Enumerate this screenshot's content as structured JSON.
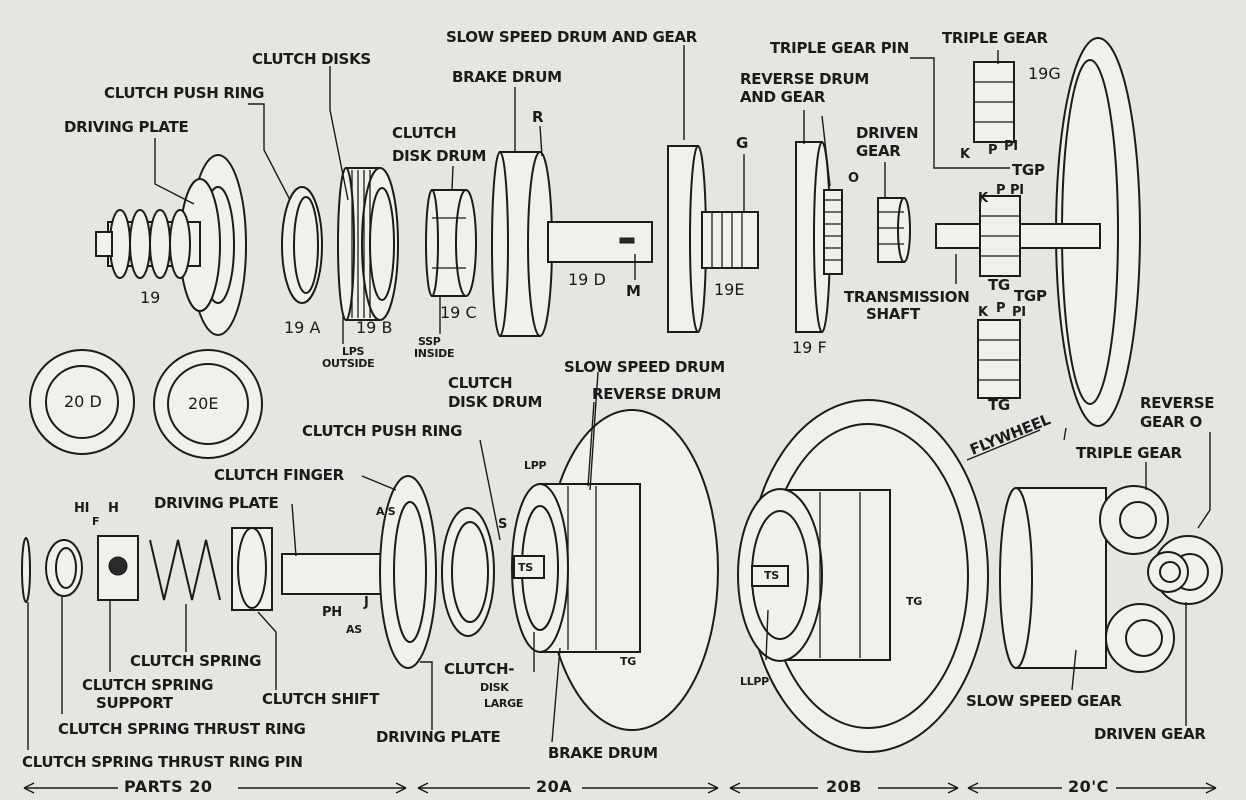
{
  "top_labels": {
    "slow_speed_drum_and_gear": "SLOW SPEED DRUM AND GEAR",
    "clutch_disks": "CLUTCH DISKS",
    "clutch_push_ring": "CLUTCH PUSH RING",
    "driving_plate": "DRIVING PLATE",
    "brake_drum": "BRAKE DRUM",
    "r": "R",
    "clutch_disk_drum_1": "CLUTCH",
    "clutch_disk_drum_2": "DISK DRUM",
    "g": "G",
    "triple_gear_pin": "TRIPLE GEAR PIN",
    "triple_gear": "TRIPLE GEAR",
    "reverse_drum_1": "REVERSE DRUM",
    "reverse_drum_2": "AND GEAR",
    "driven_gear_1": "DRIVEN",
    "driven_gear_2": "GEAR",
    "o": "O",
    "k1": "K",
    "p1": "P",
    "pi1": "PI",
    "tgp1": "TGP",
    "k2": "K",
    "p2": "P",
    "pi2": "PI",
    "tg1": "TG",
    "tgp2": "TGP",
    "k3": "K",
    "p3": "P",
    "pi3": "PI",
    "tg2": "TG",
    "transmission_shaft_1": "TRANSMISSION",
    "transmission_shaft_2": "SHAFT",
    "m": "M",
    "lps_outside_1": "LPS",
    "lps_outside_2": "OUTSIDE",
    "ssp_inside_1": "SSP",
    "ssp_inside_2": "INSIDE"
  },
  "part_numbers": {
    "n19": "19",
    "n19a": "19 A",
    "n19b": "19 B",
    "n19c": "19 C",
    "n19d": "19 D",
    "n19e": "19E",
    "n19f": "19 F",
    "n19g": "19G",
    "n20d": "20 D",
    "n20e": "20E"
  },
  "bottom_labels": {
    "clutch_disk_drum_1": "CLUTCH",
    "clutch_disk_drum_2": "DISK DRUM",
    "slow_speed_drum": "SLOW SPEED DRUM",
    "reverse_drum": "REVERSE DRUM",
    "clutch_push_ring": "CLUTCH PUSH RING",
    "clutch_finger": "CLUTCH FINGER",
    "driving_plate": "DRIVING PLATE",
    "as1": "A S",
    "hi": "HI",
    "h": "H",
    "f": "F",
    "lpp": "LPP",
    "s": "S",
    "ts1": "TS",
    "ts2": "TS",
    "ph": "PH",
    "j": "J",
    "as2": "AS",
    "tg1": "TG",
    "tg2": "TG",
    "llpp": "LLPP",
    "flywheel": "FLYWHEEL",
    "reverse_gear_1": "REVERSE",
    "reverse_gear_2": "GEAR O",
    "triple_gear": "TRIPLE GEAR",
    "clutch_spring": "CLUTCH SPRING",
    "clutch_spring_support_1": "CLUTCH SPRING",
    "clutch_spring_support_2": "SUPPORT",
    "clutch_shift": "CLUTCH SHIFT",
    "clutch_spring_thrust_ring": "CLUTCH SPRING THRUST RING",
    "driving_plate_2": "DRIVING PLATE",
    "clutch_disk_large_1": "CLUTCH-",
    "clutch_disk_large_2": "DISK",
    "clutch_disk_large_3": "LARGE",
    "brake_drum": "BRAKE DRUM",
    "slow_speed_gear": "SLOW SPEED GEAR",
    "driven_gear": "DRIVEN GEAR",
    "clutch_spring_thrust_ring_pin": "CLUTCH SPRING THRUST RING PIN"
  },
  "footer": {
    "parts_20": "PARTS 20",
    "p20a": "20A",
    "p20b": "20B",
    "p20c": "20'C"
  }
}
